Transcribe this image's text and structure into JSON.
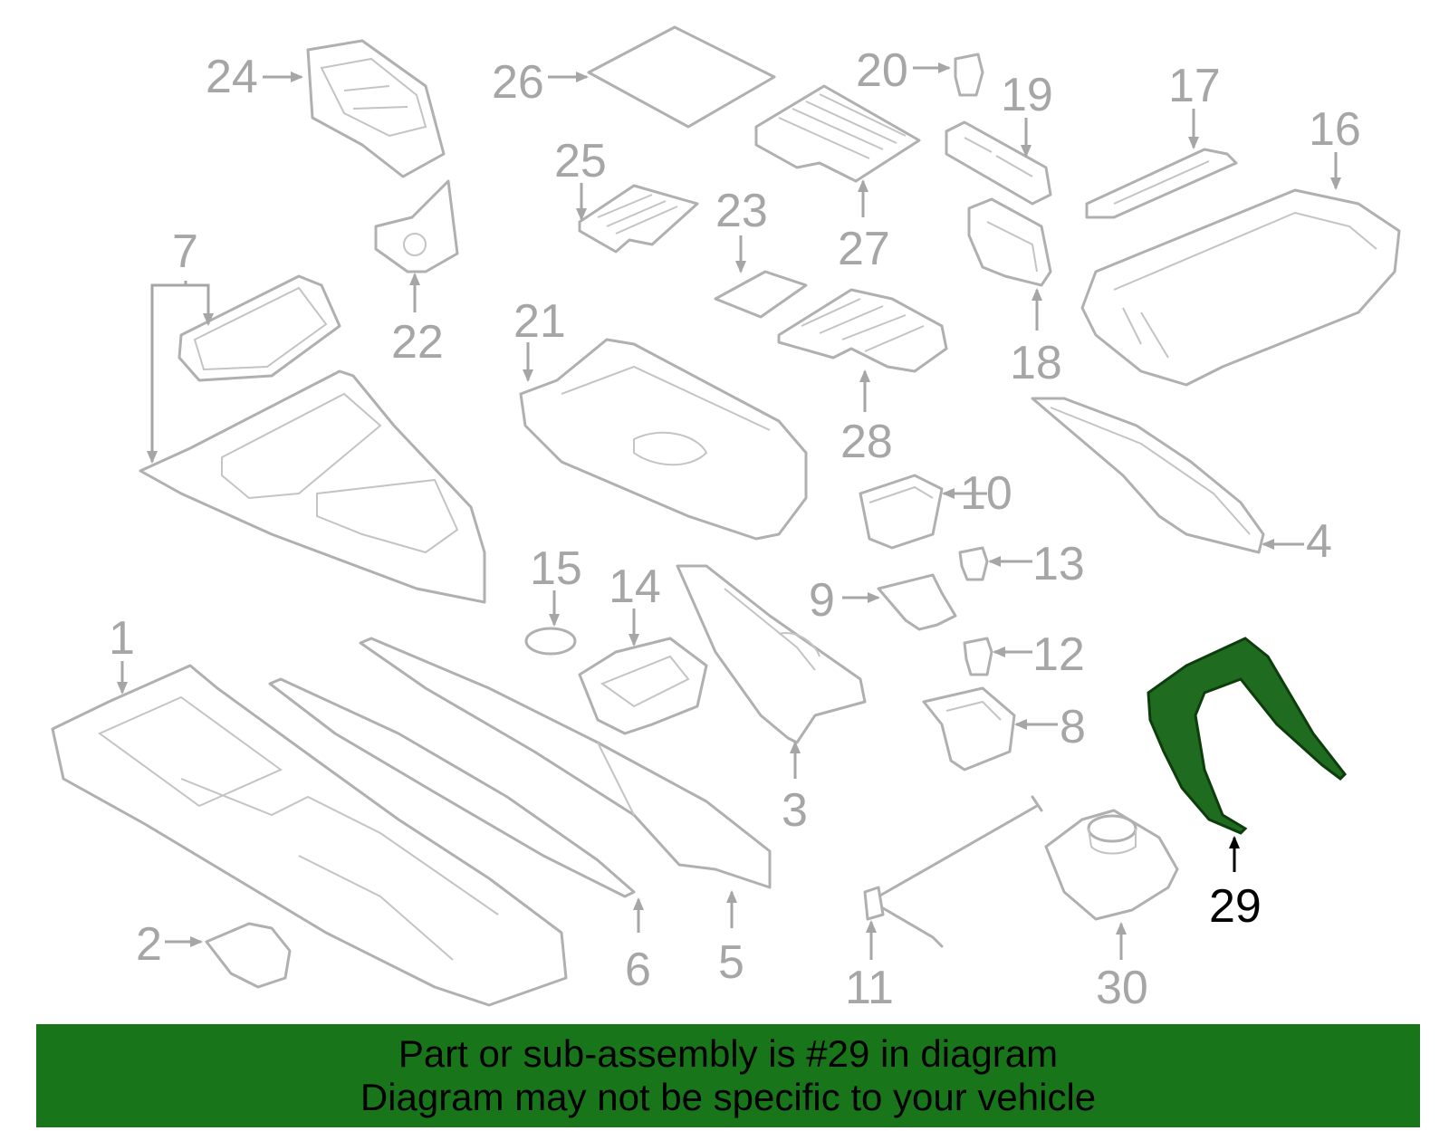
{
  "diagram": {
    "highlight_color": "#1f6b1f",
    "banner_color": "#19751a",
    "callouts": [
      "1",
      "2",
      "3",
      "4",
      "5",
      "6",
      "7",
      "8",
      "9",
      "10",
      "11",
      "12",
      "13",
      "14",
      "15",
      "16",
      "17",
      "18",
      "19",
      "20",
      "21",
      "22",
      "23",
      "24",
      "25",
      "26",
      "27",
      "28",
      "29",
      "30"
    ],
    "highlighted": "29"
  },
  "banner": {
    "line1": "Part or sub-assembly is #29 in diagram",
    "line2": "Diagram may not be specific to your vehicle"
  }
}
